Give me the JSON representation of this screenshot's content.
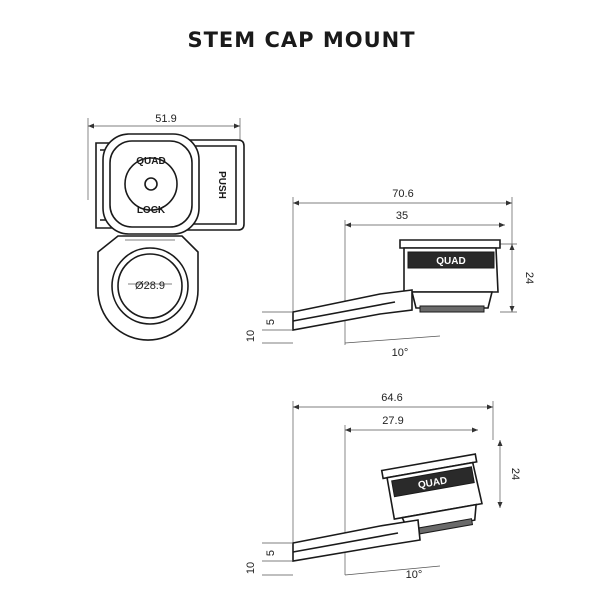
{
  "title": "STEM CAP MOUNT",
  "top_view": {
    "width_dim": "51.9",
    "diameter_dim": "Ø28.9",
    "logo_top": "QUAD",
    "logo_bottom": "LOCK",
    "push_label": "PUSH"
  },
  "side_view_1": {
    "overall_dim": "70.6",
    "offset_dim": "35",
    "height_dim": "24",
    "thickness_dim": "5",
    "base_dim": "10",
    "angle_dim": "10°",
    "logo": "QUAD"
  },
  "side_view_2": {
    "overall_dim": "64.6",
    "offset_dim": "27.9",
    "height_dim": "24",
    "thickness_dim": "5",
    "base_dim": "10",
    "angle_dim": "10°",
    "logo": "QUAD"
  }
}
